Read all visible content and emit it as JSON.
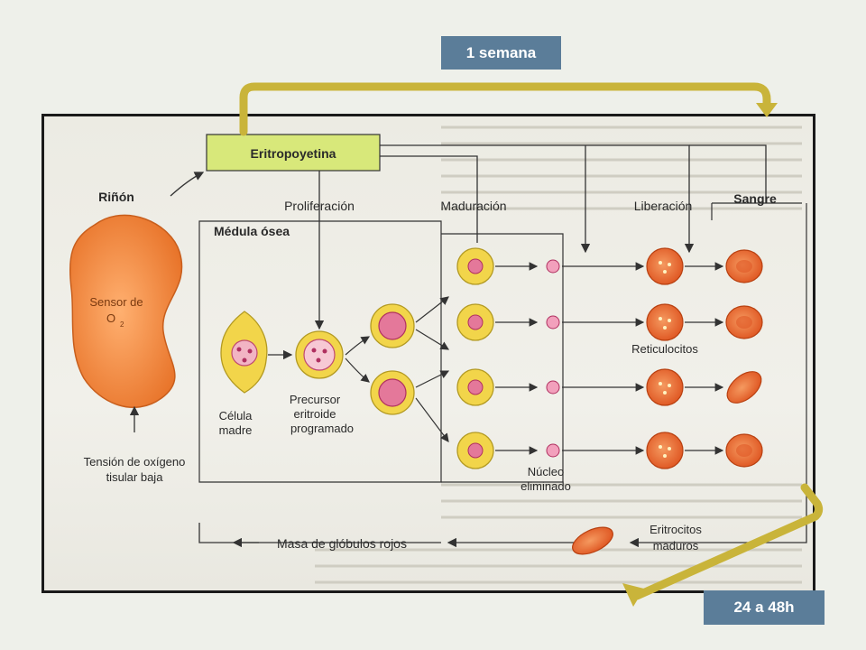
{
  "timing": {
    "week_label": "1 semana",
    "hours_label": "24 a 48h"
  },
  "diagram": {
    "hormone": "Eritropoyetina",
    "kidney_title": "Riñón",
    "sensor_line1": "Sensor de",
    "sensor_line2": "O",
    "sensor_sub": "2",
    "bone_marrow": "Médula ósea",
    "proliferation": "Proliferación",
    "maturation": "Maduración",
    "release": "Liberación",
    "blood": "Sangre",
    "reticulocytes": "Reticulocitos",
    "stem_cell_line1": "Célula",
    "stem_cell_line2": "madre",
    "precursor_line1": "Precursor",
    "precursor_line2": "eritroide",
    "precursor_line3": "programado",
    "nucleus_line1": "Núcleo",
    "nucleus_line2": "eliminado",
    "hypoxia_line1": "Tensión de oxígeno",
    "hypoxia_line2": "tisular baja",
    "rbc_mass": "Masa de glóbulos rojos",
    "mature_line1": "Eritrocitos",
    "mature_line2": "maduros"
  },
  "colors": {
    "accent_yellow": "#c9b43a",
    "tag_blue": "#5b7d99",
    "kidney_orange": "#f08a3a",
    "cell_yellow": "#f2d54a",
    "nucleus_pink": "#d8567a",
    "rbc_red": "#e8602a"
  }
}
